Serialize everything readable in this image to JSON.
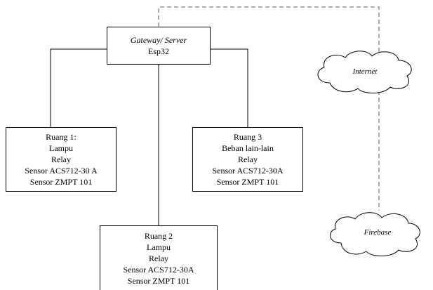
{
  "gateway": {
    "title": "Gateway/ Server",
    "subtitle": "Esp32"
  },
  "rooms": [
    {
      "id": "ruang-1",
      "lines": [
        "Ruang 1:",
        "Lampu",
        "Relay",
        "Sensor ACS712-30 A",
        "Sensor ZMPT 101"
      ]
    },
    {
      "id": "ruang-3",
      "lines": [
        "Ruang 3",
        "Beban lain-lain",
        "Relay",
        "Sensor ACS712-30A",
        "Sensor ZMPT 101"
      ]
    },
    {
      "id": "ruang-2",
      "lines": [
        "Ruang 2",
        "Lampu",
        "Relay",
        "Sensor ACS712-30A",
        "Sensor ZMPT 101"
      ]
    }
  ],
  "clouds": {
    "internet": "Internet",
    "firebase": "Firebase"
  },
  "colors": {
    "stroke": "#000000",
    "dashed": "#808080",
    "background": "#ffffff"
  }
}
